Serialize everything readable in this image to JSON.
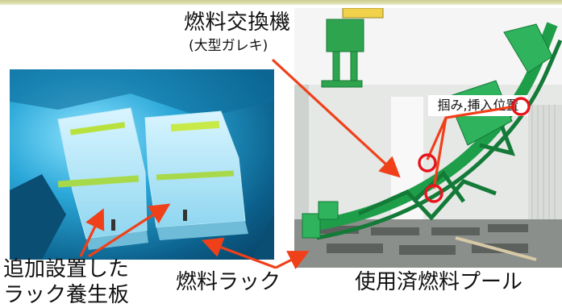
{
  "labels": {
    "fuel_handling_machine": "燃料交換機",
    "fuel_handling_machine_sub": "(大型ガレキ)",
    "grip_insert_position": "掴み,挿入位置",
    "added_rack_cover": [
      "追加設置した",
      "ラック養生板"
    ],
    "fuel_rack": "燃料ラック",
    "spent_fuel_pool": "使用済燃料プール"
  },
  "colors": {
    "arrow": "#f0401a",
    "circle": "#e8141b",
    "machine_green": "#1f9e4a",
    "water": "#1c9fd6"
  }
}
